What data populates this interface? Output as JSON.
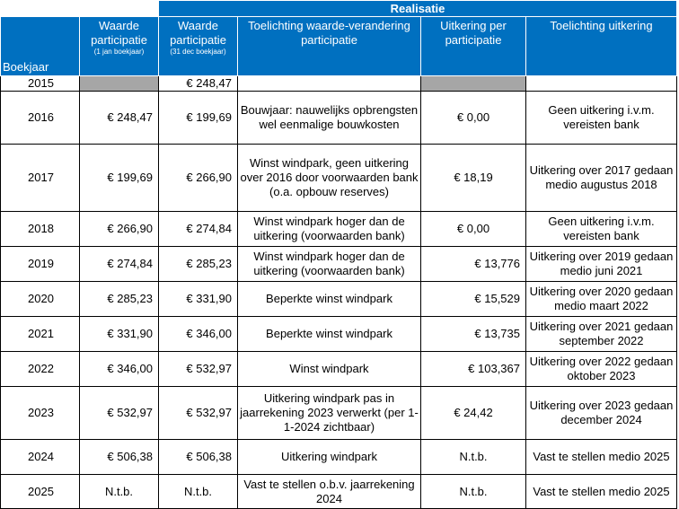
{
  "header": {
    "group_label": "Realisatie",
    "columns": {
      "boekjaar": "Boekjaar",
      "waarde_begin": "Waarde participatie",
      "waarde_begin_sub": "(1 jan boekjaar)",
      "waarde_eind": "Waarde participatie",
      "waarde_eind_sub": "(31 dec boekjaar)",
      "toelichting_waarde": "Toelichting waarde-verandering participatie",
      "uitkering": "Uitkering per participatie",
      "toelichting_uitkering": "Toelichting uitkering"
    }
  },
  "colors": {
    "header_blue": "#0070c0",
    "grey_cell": "#a6a6a6"
  },
  "rows": [
    {
      "year": "2015",
      "begin": "",
      "end": "€ 248,47",
      "toelichting": "",
      "uitkering": "",
      "toelichting_uitkering": ""
    },
    {
      "year": "2016",
      "begin": "€ 248,47",
      "end": "€ 199,69",
      "toelichting": "Bouwjaar: nauwelijks opbrengsten wel eenmalige bouwkosten",
      "uitkering": "€ 0,00",
      "toelichting_uitkering": "Geen uitkering i.v.m. vereisten bank"
    },
    {
      "year": "2017",
      "begin": "€ 199,69",
      "end": "€ 266,90",
      "toelichting": "Winst windpark, geen uitkering over 2016 door voorwaarden bank (o.a. opbouw reserves)",
      "uitkering": "€ 18,19",
      "toelichting_uitkering": "Uitkering over 2017 gedaan medio augustus 2018"
    },
    {
      "year": "2018",
      "begin": "€ 266,90",
      "end": "€ 274,84",
      "toelichting": "Winst windpark hoger dan de uitkering (voorwaarden bank)",
      "uitkering": "€ 0,00",
      "toelichting_uitkering": "Geen uitkering i.v.m. vereisten bank"
    },
    {
      "year": "2019",
      "begin": "€ 274,84",
      "end": "€ 285,23",
      "toelichting": "Winst windpark hoger dan de uitkering (voorwaarden bank)",
      "uitkering": "€ 13,776",
      "toelichting_uitkering": "Uitkering over 2019 gedaan medio juni 2021"
    },
    {
      "year": "2020",
      "begin": "€ 285,23",
      "end": "€ 331,90",
      "toelichting": "Beperkte winst windpark",
      "uitkering": "€ 15,529",
      "toelichting_uitkering": "Uitkering over 2020 gedaan medio maart 2022"
    },
    {
      "year": "2021",
      "begin": "€ 331,90",
      "end": "€ 346,00",
      "toelichting": "Beperkte winst windpark",
      "uitkering": "€ 13,735",
      "toelichting_uitkering": "Uitkering over 2021 gedaan september 2022"
    },
    {
      "year": "2022",
      "begin": "€ 346,00",
      "end": "€ 532,97",
      "toelichting": "Winst windpark",
      "uitkering": "€ 103,367",
      "toelichting_uitkering": "Uitkering over 2022 gedaan oktober 2023"
    },
    {
      "year": "2023",
      "begin": "€ 532,97",
      "end": "€ 532,97",
      "toelichting": "Uitkering windpark pas in jaarrekening 2023 verwerkt (per 1-1-2024 zichtbaar)",
      "uitkering": "€ 24,42",
      "toelichting_uitkering": "Uitkering over 2023 gedaan december 2024"
    },
    {
      "year": "2024",
      "begin": "€ 506,38",
      "end": "€ 506,38",
      "toelichting": "Uitkering windpark",
      "uitkering": "N.t.b.",
      "toelichting_uitkering": "Vast te stellen medio 2025"
    },
    {
      "year": "2025",
      "begin": "N.t.b.",
      "end": "N.t.b.",
      "toelichting": "Vast te stellen o.b.v. jaarrekening 2024",
      "uitkering": "N.t.b.",
      "toelichting_uitkering": "Vast te stellen medio 2025"
    }
  ]
}
